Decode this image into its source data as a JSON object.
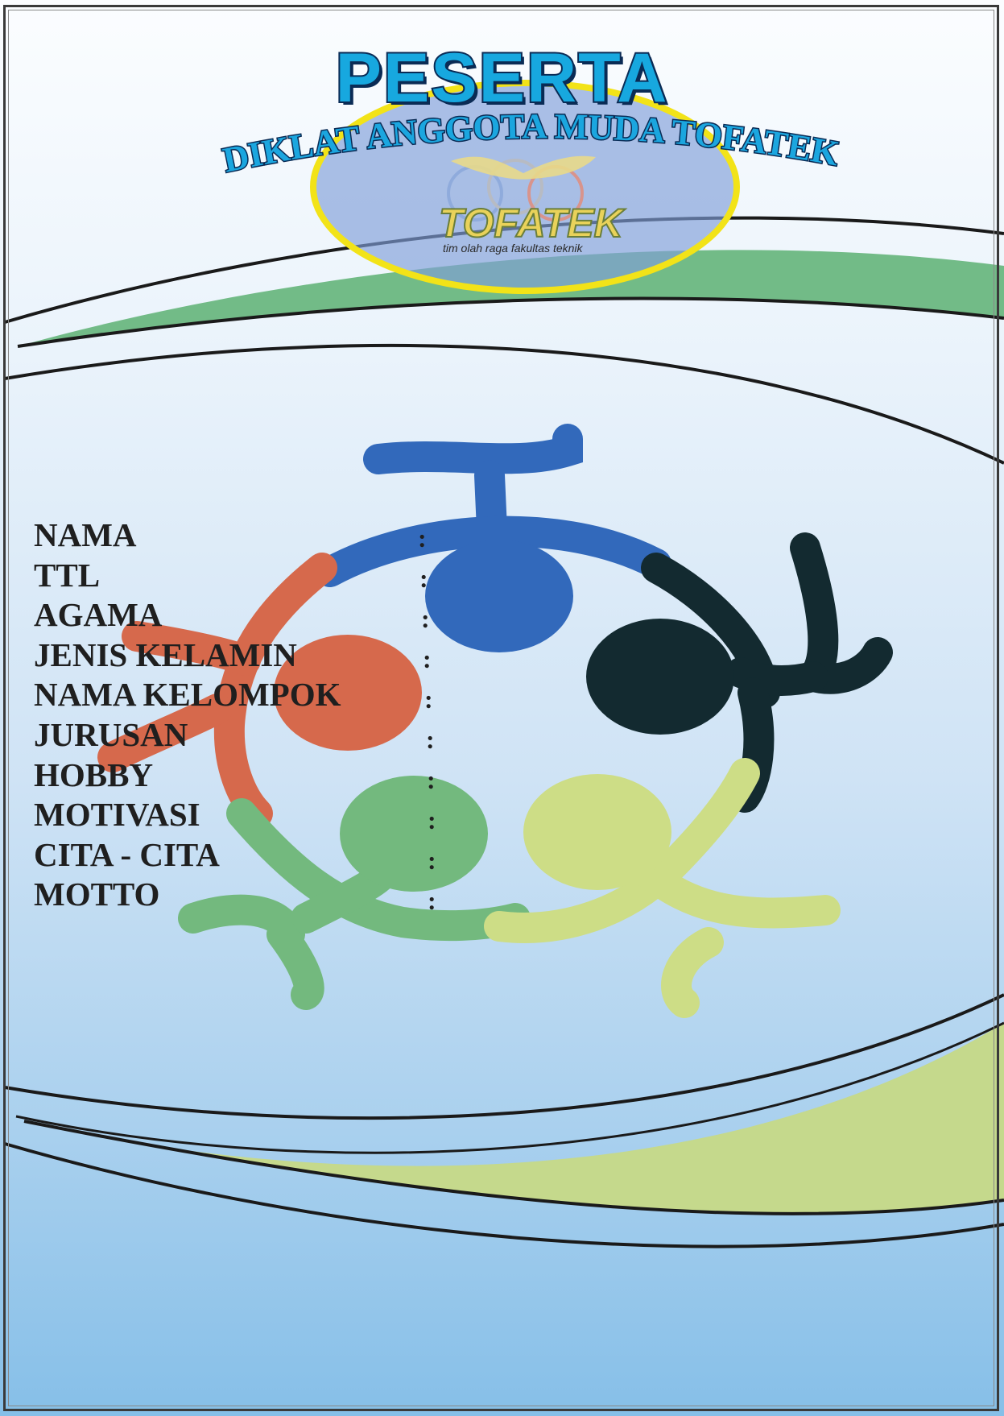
{
  "header": {
    "title": "PESERTA",
    "subtitle": "DIKLAT ANGGOTA MUDA TOFATEK"
  },
  "logo": {
    "name": "TOFATEK",
    "tagline": "tim olah raga fakultas teknik"
  },
  "form": {
    "fields": [
      {
        "label": "NAMA",
        "separator": ":"
      },
      {
        "label": "TTL",
        "separator": ":"
      },
      {
        "label": "AGAMA",
        "separator": ":"
      },
      {
        "label": "JENIS KELAMIN",
        "separator": ":"
      },
      {
        "label": "NAMA KELOMPOK",
        "separator": ":"
      },
      {
        "label": "JURUSAN",
        "separator": ":"
      },
      {
        "label": "HOBBY",
        "separator": ":"
      },
      {
        "label": "MOTIVASI",
        "separator": ":"
      },
      {
        "label": "CITA - CITA",
        "separator": ":"
      },
      {
        "label": "MOTTO",
        "separator": ":"
      }
    ]
  },
  "colors": {
    "title_fill": "#17a8df",
    "title_outline": "#0a2b55",
    "top_band": "#72bb87",
    "bottom_band": "#c5d98c",
    "logo_ring": "#f2e318",
    "figure_blue": "#3269bb",
    "figure_dark": "#132a30",
    "figure_orange": "#d6694c",
    "figure_green": "#73b97e",
    "figure_lime": "#cddd86"
  }
}
